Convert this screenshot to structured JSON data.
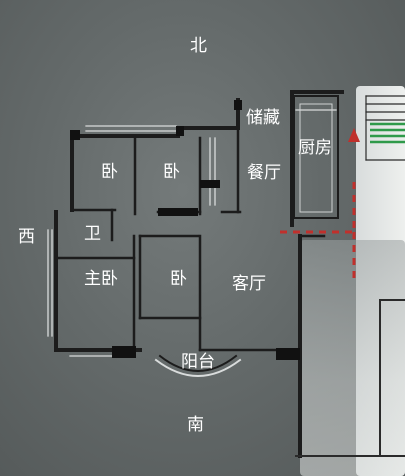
{
  "plan": {
    "directions": {
      "north": "北",
      "south": "南",
      "west": "西"
    },
    "rooms": {
      "storage": "储藏",
      "kitchen": "厨房",
      "dining": "餐厅",
      "bedroom_1": "卧",
      "bedroom_2": "卧",
      "bathroom": "卫",
      "master_bedroom": "主卧",
      "bedroom_3": "卧",
      "living_room": "客厅",
      "balcony": "阳台"
    }
  }
}
